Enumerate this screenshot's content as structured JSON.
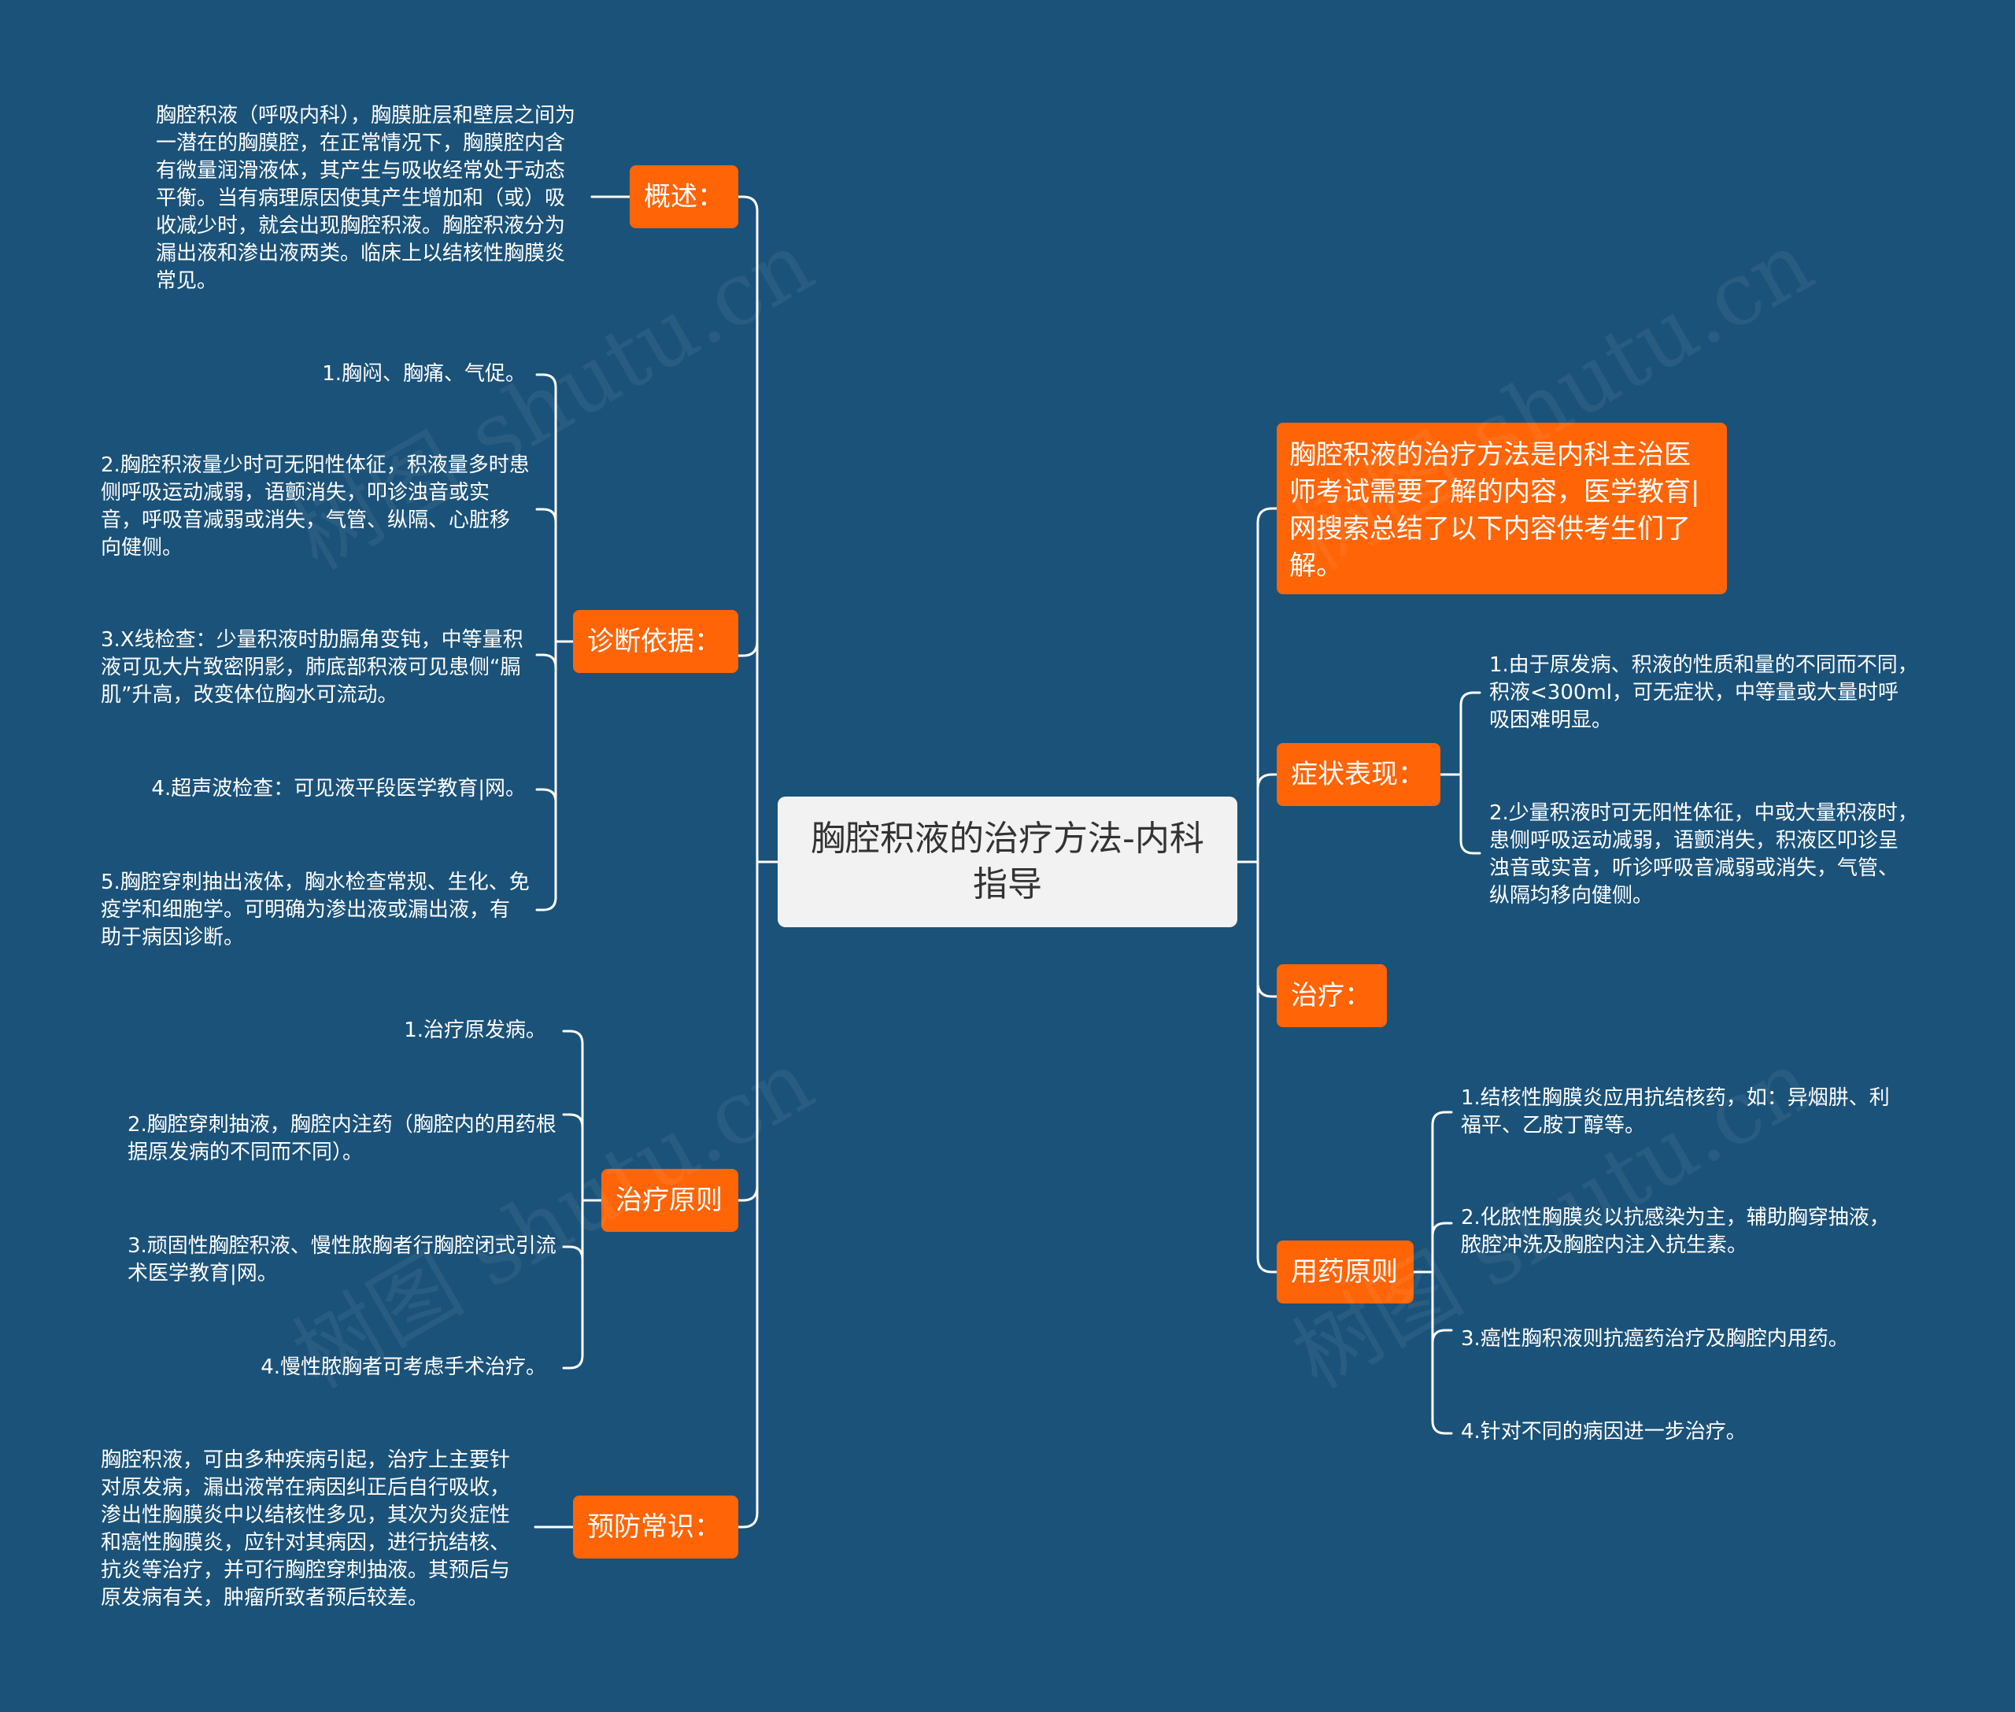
{
  "root": {
    "title": "胸腔积液的治疗方法-内科指导"
  },
  "colors": {
    "background": "#1b5279",
    "branch": "#ff6406",
    "root": "#f2f2f2",
    "line": "#ffffff"
  },
  "left": {
    "overview": {
      "label": "概述：",
      "text": "胸腔积液（呼吸内科），胸膜脏层和壁层之间为一潜在的胸膜腔，在正常情况下，胸膜腔内含有微量润滑液体，其产生与吸收经常处于动态平衡。当有病理原因使其产生增加和（或）吸收减少时，就会出现胸腔积液。胸腔积液分为漏出液和渗出液两类。临床上以结核性胸膜炎常见。"
    },
    "diagnosis": {
      "label": "诊断依据：",
      "items": [
        "1.胸闷、胸痛、气促。",
        "2.胸腔积液量少时可无阳性体征，积液量多时患侧呼吸运动减弱，语颤消失，叩诊浊音或实音，呼吸音减弱或消失，气管、纵隔、心脏移向健侧。",
        "3.X线检查：少量积液时肋膈角变钝，中等量积液可见大片致密阴影，肺底部积液可见患侧“膈肌”升高，改变体位胸水可流动。",
        "4.超声波检查：可见液平段医学教育|网。",
        "5.胸腔穿刺抽出液体，胸水检查常规、生化、免疫学和细胞学。可明确为渗出液或漏出液，有助于病因诊断。"
      ]
    },
    "principles": {
      "label": "治疗原则",
      "items": [
        "1.治疗原发病。",
        "2.胸腔穿刺抽液，胸腔内注药（胸腔内的用药根据原发病的不同而不同）。",
        "3.顽固性胸腔积液、慢性脓胸者行胸腔闭式引流术医学教育|网。",
        "4.慢性脓胸者可考虑手术治疗。"
      ]
    },
    "prevention": {
      "label": "预防常识：",
      "text": "胸腔积液，可由多种疾病引起，治疗上主要针对原发病，漏出液常在病因纠正后自行吸收，渗出性胸膜炎中以结核性多见，其次为炎症性和癌性胸膜炎，应针对其病因，进行抗结核、抗炎等治疗，并可行胸腔穿刺抽液。其预后与原发病有关，肿瘤所致者预后较差。"
    }
  },
  "right": {
    "intro": {
      "text": "胸腔积液的治疗方法是内科主治医师考试需要了解的内容，医学教育|网搜索总结了以下内容供考生们了解。"
    },
    "symptoms": {
      "label": "症状表现：",
      "items": [
        "1.由于原发病、积液的性质和量的不同而不同，积液<300ml，可无症状，中等量或大量时呼吸困难明显。",
        "2.少量积液时可无阳性体征，中或大量积液时，患侧呼吸运动减弱，语颤消失，积液区叩诊呈浊音或实音，听诊呼吸音减弱或消失，气管、纵隔均移向健侧。"
      ]
    },
    "treatment": {
      "label": "治疗："
    },
    "medication": {
      "label": "用药原则",
      "items": [
        "1.结核性胸膜炎应用抗结核药，如：异烟肼、利福平、乙胺丁醇等。",
        "2.化脓性胸膜炎以抗感染为主，辅助胸穿抽液，脓腔冲洗及胸腔内注入抗生素。",
        "3.癌性胸积液则抗癌药治疗及胸腔内用药。",
        "4.针对不同的病因进一步治疗。"
      ]
    }
  },
  "watermark": "树图 shutu.cn"
}
